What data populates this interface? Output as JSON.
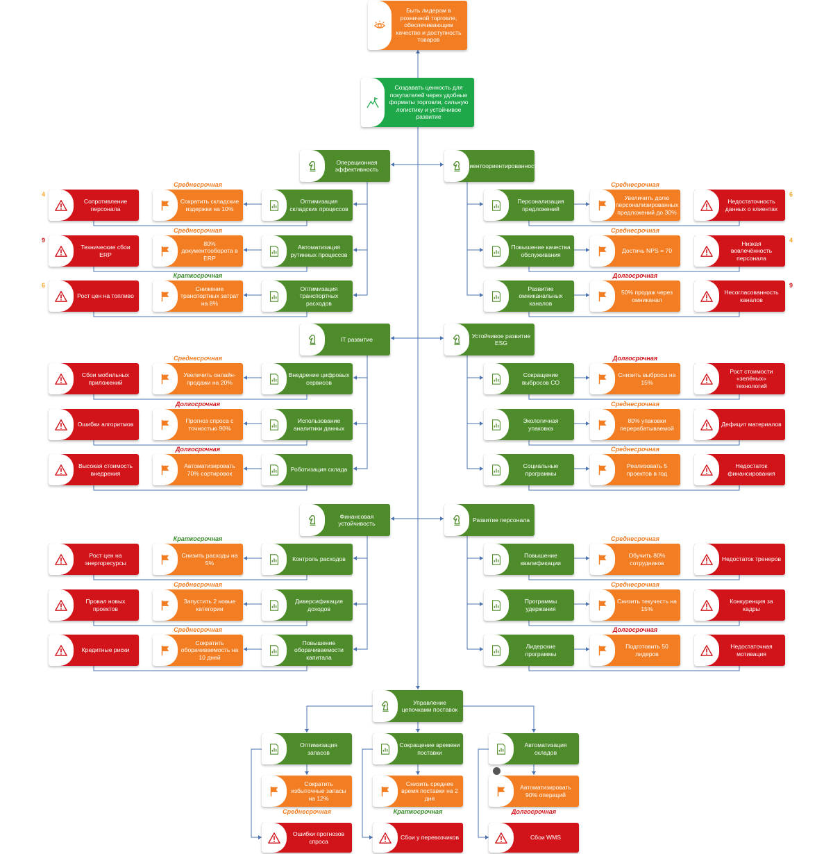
{
  "colors": {
    "strategic": "#4e8c2b",
    "mission": "#1ea84a",
    "vision": "#f27d22",
    "goal": "#f27d22",
    "risk": "#d0141a",
    "connector": "#4a72b0",
    "midterm": "#f27d22",
    "shortterm": "#3c8c2e",
    "longterm": "#d0141a"
  },
  "vision": "Быть лидером в розничной торговле, обеспечивающим качество и доступность товаров",
  "mission": "Создавать ценность для покупателей через удобные форматы торговли, сильную логистику и устойчивое развитие",
  "left_groups": [
    {
      "title": "Операционная эффективность",
      "items": [
        {
          "initiative": "Оптимизация складских процессов",
          "goal": "Сократить складские издержки на 10%",
          "term": "Среднесрочная",
          "term_kind": "mid",
          "risk": "Сопротивление персонала",
          "score": "4",
          "score_color": "o"
        },
        {
          "initiative": "Автоматизация рутинных процессов",
          "goal": "80% документооборота в ERP",
          "term": "Среднесрочная",
          "term_kind": "mid",
          "risk": "Технические сбои ERP",
          "score": "9",
          "score_color": "r"
        },
        {
          "initiative": "Оптимизация транспортных расходов",
          "goal": "Снижение транспортных затрат на 8%",
          "term": "Краткосрочная",
          "term_kind": "short",
          "risk": "Рост цен на топливо",
          "score": "6",
          "score_color": "o"
        }
      ]
    },
    {
      "title": "IT развитие",
      "items": [
        {
          "initiative": "Внедрение цифровых сервисов",
          "goal": "Увеличить онлайн-продажи на 20%",
          "term": "Среднесрочная",
          "term_kind": "mid",
          "risk": "Сбои мобильных приложений",
          "score": "",
          "score_color": "o"
        },
        {
          "initiative": "Использование аналитики данных",
          "goal": "Прогноз спроса с точностью 90%",
          "term": "Долгосрочная",
          "term_kind": "long",
          "risk": "Ошибки алгоритмов",
          "score": "",
          "score_color": "o"
        },
        {
          "initiative": "Роботизация склада",
          "goal": "Автоматизировать 70% сортировок",
          "term": "Долгосрочная",
          "term_kind": "long",
          "risk": "Высокая стоимость внедрения",
          "score": "",
          "score_color": "o"
        }
      ]
    },
    {
      "title": "Финансовая устойчивость",
      "items": [
        {
          "initiative": "Контроль расходов",
          "goal": "Снизить расходы на 5%",
          "term": "Краткосрочная",
          "term_kind": "short",
          "risk": "Рост цен на энергоресурсы",
          "score": "",
          "score_color": "o"
        },
        {
          "initiative": "Диверсификация доходов",
          "goal": "Запустить 2 новые категории",
          "term": "Среднесрочная",
          "term_kind": "mid",
          "risk": "Провал новых проектов",
          "score": "",
          "score_color": "o"
        },
        {
          "initiative": "Повышение оборачиваемости капитала",
          "goal": "Сократить оборачиваемость на 10 дней",
          "term": "Среднесрочная",
          "term_kind": "mid",
          "risk": "Кредитные риски",
          "score": "",
          "score_color": "o"
        }
      ]
    }
  ],
  "right_groups": [
    {
      "title": "Клиентоориентированность",
      "items": [
        {
          "initiative": "Персонализация предложений",
          "goal": "Увеличить долю персонализированных предложений до 30%",
          "term": "Среднесрочная",
          "term_kind": "mid",
          "risk": "Недостаточность данных о клиентах",
          "score": "6",
          "score_color": "o"
        },
        {
          "initiative": "Повышение качества обслуживания",
          "goal": "Достичь NPS = 70",
          "term": "Среднесрочная",
          "term_kind": "mid",
          "risk": "Низкая вовлечённость персонала",
          "score": "4",
          "score_color": "o"
        },
        {
          "initiative": "Развитие омниканальных каналов",
          "goal": "50% продаж через омниканал",
          "term": "Долгосрочная",
          "term_kind": "long",
          "risk": "Несогласованность каналов",
          "score": "9",
          "score_color": "r"
        }
      ]
    },
    {
      "title": "Устойчивое развитие ESG",
      "items": [
        {
          "initiative": "Сокращение выбросов CO",
          "goal": "Снизить выбросы на 15%",
          "term": "Долгосрочная",
          "term_kind": "long",
          "risk": "Рост стоимости «зелёных» технологий",
          "score": "",
          "score_color": "o"
        },
        {
          "initiative": "Экологичная упаковка",
          "goal": "80% упаковки перерабатываемой",
          "term": "Среднесрочная",
          "term_kind": "mid",
          "risk": "Дефицит материалов",
          "score": "",
          "score_color": "o"
        },
        {
          "initiative": "Социальные программы",
          "goal": "Реализовать 5 проектов в год",
          "term": "Среднесрочная",
          "term_kind": "mid",
          "risk": "Недостаток финансирования",
          "score": "",
          "score_color": "o"
        }
      ]
    },
    {
      "title": "Развитие персонала",
      "items": [
        {
          "initiative": "Повышение квалификации",
          "goal": "Обучить 80% сотрудников",
          "term": "Среднесрочная",
          "term_kind": "mid",
          "risk": "Недостаток тренеров",
          "score": "",
          "score_color": "o"
        },
        {
          "initiative": "Программы удержания",
          "goal": "Снизить текучесть на 15%",
          "term": "Среднесрочная",
          "term_kind": "mid",
          "risk": "Конкуренция за кадры",
          "score": "",
          "score_color": "o"
        },
        {
          "initiative": "Лидерские программы",
          "goal": "Подготовить 50 лидеров",
          "term": "Долгосрочная",
          "term_kind": "long",
          "risk": "Недостаточная мотивация",
          "score": "",
          "score_color": "o"
        }
      ]
    }
  ],
  "bottom_group": {
    "title": "Управление цепочками поставок",
    "items": [
      {
        "initiative": "Оптимизация запасов",
        "goal": "Сократить избыточные запасы на 12%",
        "term": "Среднесрочная",
        "term_kind": "mid",
        "risk": "Ошибки прогнозов спроса"
      },
      {
        "initiative": "Сокращение времени поставки",
        "goal": "Снизить среднее время поставки на 2 дня",
        "term": "Краткосрочная",
        "term_kind": "short",
        "risk": "Сбои у перевозчиков"
      },
      {
        "initiative": "Автоматизация складов",
        "goal": "Автоматизировать 90% операций",
        "term": "Долгосрочная",
        "term_kind": "long",
        "risk": "Сбои WMS"
      }
    ]
  },
  "icons": {
    "vision": "eye-icon",
    "mission": "mountain-flag-icon",
    "strategic": "knight-icon",
    "initiative": "document-chart-icon",
    "goal": "flag-icon",
    "risk": "warning-icon"
  }
}
